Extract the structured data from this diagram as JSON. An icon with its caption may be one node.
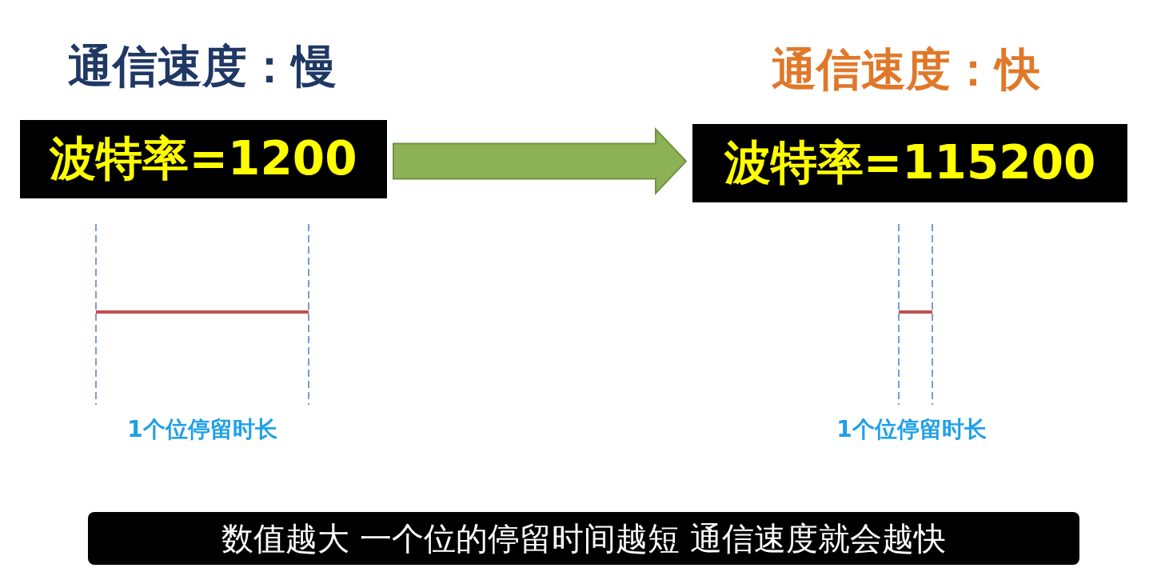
{
  "diagram": {
    "caption": "数值越大 一个位的停留时间越短 通信速度就会越快",
    "nodes": [
      {
        "text": [
          "波特率=1200"
        ]
      },
      {
        "text": [
          "波特率=115200"
        ]
      }
    ],
    "edges": [
      {
        "from": 0,
        "to": 1,
        "arrow": "to",
        "style": "thick",
        "color": "#8db255"
      }
    ],
    "labels": [
      "通信速度：慢",
      "通信速度：快",
      "1个位停留时长",
      "1个位停留时长"
    ]
  }
}
